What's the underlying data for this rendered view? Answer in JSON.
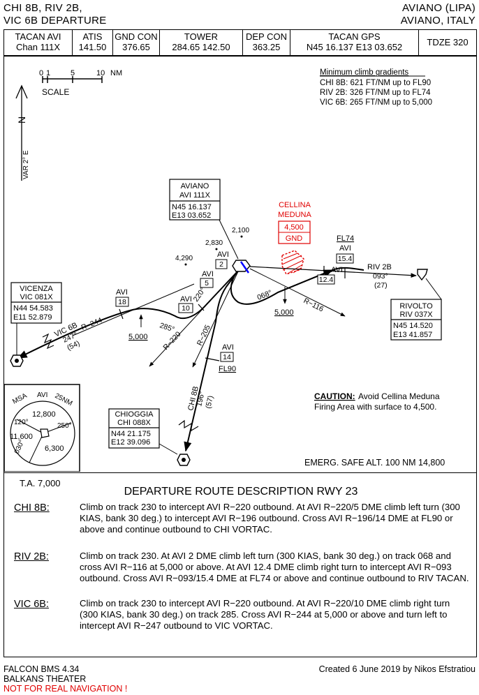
{
  "header": {
    "procedures_line1": "CHI 8B, RIV 2B,",
    "procedures_line2": "VIC 6B DEPARTURE",
    "airport_line1": "AVIANO (LIPA)",
    "airport_line2": "AVIANO, ITALY"
  },
  "frequencies": [
    {
      "label": "TACAN AVI",
      "value": "Chan 111X"
    },
    {
      "label": "ATIS",
      "value": "141.50"
    },
    {
      "label": "GND CON",
      "value": "376.65"
    },
    {
      "label": "TOWER",
      "value": "284.65 142.50"
    },
    {
      "label": "DEP CON",
      "value": "363.25"
    },
    {
      "label": "TACAN GPS",
      "value": "N45 16.137 E13 03.652"
    },
    {
      "label": "TDZE 320",
      "value": ""
    }
  ],
  "scale": {
    "labels": [
      "0",
      "1",
      "5",
      "10",
      "NM"
    ],
    "caption": "SCALE"
  },
  "north": {
    "n": "N",
    "variation": "VAR 2° E"
  },
  "climb_gradients": {
    "title": "Minimum climb gradients",
    "lines": [
      "CHI 8B: 621 FT/NM up to FL90",
      "RIV 2B: 326 FT/NM up to FL74",
      "VIC 6B: 265 FT/NM up to 5,000"
    ]
  },
  "navaids": {
    "aviano": {
      "name": "AVIANO",
      "ident": "AVI 111X",
      "lat": "N45 16.137",
      "lon": "E13 03.652"
    },
    "vicenza": {
      "name": "VICENZA",
      "ident": "VIC 081X",
      "lat": "N44 54.583",
      "lon": "E11 52.879"
    },
    "rivolto": {
      "name": "RIVOLTO",
      "ident": "RIV 037X",
      "lat": "N45 14.520",
      "lon": "E13 41.857"
    },
    "chioggia": {
      "name": "CHIOGGIA",
      "ident": "CHI 088X",
      "lat": "N44 21.175",
      "lon": "E12 39.096"
    }
  },
  "restricted_area": {
    "name1": "CELLINA",
    "name2": "MEDUNA",
    "alt": "4,500",
    "floor": "GND"
  },
  "elevations": [
    "2,100",
    "2,830",
    "4,290"
  ],
  "fixes": {
    "avi": "AVI",
    "d2": "2",
    "d5": "5",
    "d10": "10",
    "d18": "18",
    "d14": "14",
    "d124": "12.4",
    "d154": "15.4",
    "fl74": "FL74",
    "fl90": "FL90",
    "alt5000a": "5,000",
    "alt5000b": "5,000"
  },
  "radials": {
    "r220": "R−220",
    "r244": "R−244",
    "r205": "R−205",
    "r116": "R−116",
    "trk220": "220°",
    "trk285": "285°",
    "trk068": "068°"
  },
  "routes": {
    "vic_name": "VIC 6B",
    "vic_course": "247°",
    "vic_dist": "(54)",
    "riv_name": "RIV 2B",
    "riv_course": "093°",
    "riv_dist": "(27)",
    "chi_name": "CHI 8B",
    "chi_course": "196°",
    "chi_dist": "(57)"
  },
  "msa": {
    "title1": "MSA",
    "title2": "AVI",
    "title3": "25NM",
    "n": "12,800",
    "w": "11,600",
    "se": "6,300",
    "b120": "120°",
    "b250": "250°",
    "b030": "030°"
  },
  "caution": {
    "label": "CAUTION:",
    "text1": " Avoid Cellina Meduna",
    "text2": "Firing Area with surface to 4,500."
  },
  "emergency": "EMERG. SAFE ALT. 100 NM 14,800",
  "description": {
    "ta": "T.A. 7,000",
    "title": "DEPARTURE ROUTE DESCRIPTION RWY 23",
    "items": [
      {
        "label": "CHI 8B:",
        "text": "Climb on track 230 to intercept AVI R−220 outbound. At AVI R−220/5 DME climb left turn (300 KIAS, bank 30 deg.) to intercept AVI R−196 outbound. Cross AVI R−196/14 DME at FL90 or above and continue outbound to CHI VORTAC."
      },
      {
        "label": "RIV 2B:",
        "text": "Climb on track 230. At AVI 2 DME climb left turn (300 KIAS, bank 30 deg.) on track 068 and cross AVI R−116 at 5,000 or above. At AVI 12.4 DME climb right turn to intercept AVI R−093 outbound. Cross AVI R−093/15.4 DME at FL74 or above and continue outbound to RIV TACAN."
      },
      {
        "label": "VIC 6B:",
        "text": "Climb on track 230 to intercept AVI R−220 outbound. At AVI R−220/10 DME climb right turn (300 KIAS, bank 30 deg.) on track 285. Cross AVI R−244 at 5,000 or above and turn left to intercept AVI R−247 outbound to VIC VORTAC."
      }
    ]
  },
  "footer": {
    "line1": "FALCON BMS 4.34",
    "line2": "BALKANS THEATER",
    "warning": "NOT FOR REAL NAVIGATION !",
    "credit": "Created 6 June 2019 by Nikos Efstratiou",
    "warning_color": "#e00000"
  },
  "colors": {
    "restricted": "#e00000",
    "accent": "#0000ff"
  }
}
